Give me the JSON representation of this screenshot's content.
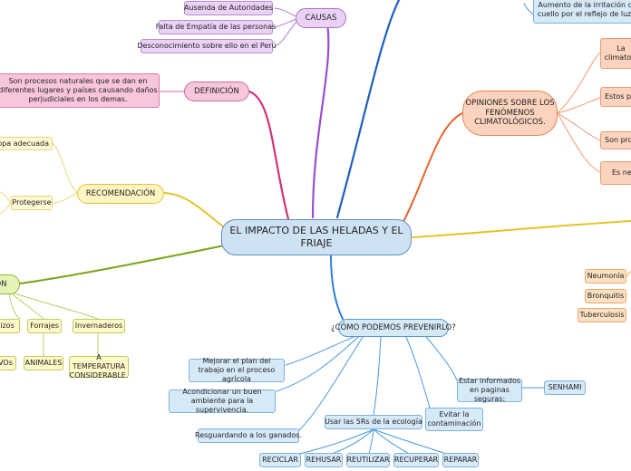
{
  "central": "EL IMPACTO DE LAS HELADAS Y EL FRIAJE",
  "causas": {
    "title": "CAUSAS",
    "items": [
      "Ausenda de Autoridades",
      "Falta de Empatía de las personas",
      "Desconocimiento sobre ello en el Perú"
    ]
  },
  "definicion": {
    "title": "DEFINICIÓN",
    "text": "Son procesos naturales que se dan en diferentes lugares y países causando daños perjudiciales en los demas."
  },
  "recomendacion": {
    "title": "RECOMENDACIÓN",
    "items": [
      "Ropa adecuada",
      "Protegerse"
    ]
  },
  "left_branch": {
    "title": "ÓN",
    "items": [
      "izos",
      "Forrajes",
      "Invernaderos"
    ],
    "subitems": [
      "VOs",
      "ANIMALES",
      "A TEMPERATURA CONSIDERABLE."
    ]
  },
  "efectos": {
    "top_item": "Aumento de la irritación de cuello por el reflejo de luz s",
    "items": [
      "Neumonía",
      "Bronquitis",
      "Tuberculosis"
    ]
  },
  "opiniones": {
    "title": "OPINIONES SOBRE LOS FENÓMENOS CLIMATOLÓGICOS.",
    "items": [
      "La climatolo",
      "Estos pro",
      "Son proc",
      "Es nec"
    ]
  },
  "prevenir": {
    "title": "¿CÓMO PODEMOS PREVENIRLO?",
    "items": [
      "Mejorar el plan del trabajo en el proceso agrícola",
      "Acondicionar un buen ambiente para la supervivencia.",
      "Resguardando a los ganados.",
      "Usar las 5Rs de la ecología",
      "Evitar la contaminación",
      "Estar informados en paginas seguras:"
    ],
    "senhami": "SENHAMI",
    "erres": [
      "RECICLAR",
      "REHUSAR",
      "REUTILIZAR",
      "RECUPERAR",
      "REPARAR"
    ]
  }
}
